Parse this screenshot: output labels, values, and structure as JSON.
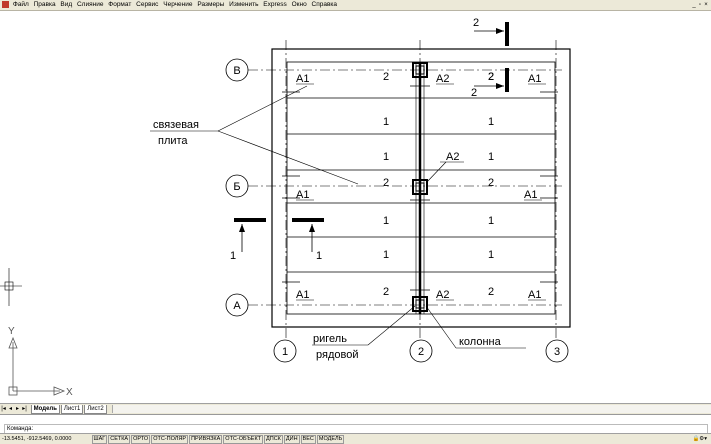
{
  "menu": [
    "Файл",
    "Правка",
    "Вид",
    "Слияние",
    "Формат",
    "Сервис",
    "Черчение",
    "Размеры",
    "Изменить",
    "Express",
    "Окно",
    "Справка"
  ],
  "drawing": {
    "axes_letters": [
      "В",
      "Б",
      "А"
    ],
    "axes_numbers": [
      "1",
      "2",
      "3"
    ],
    "slab_label_2": "2",
    "slab_label_1": "1",
    "panel_a1": "А1",
    "panel_a2": "А2",
    "section_2": "2",
    "section_1": "1",
    "tie_slab_line1": "связевая",
    "tie_slab_line2": "плита",
    "girder_line1": "ригель",
    "girder_line2": "рядовой",
    "column": "колонна",
    "ucs_y": "Y",
    "ucs_x": "X"
  },
  "tabs": [
    "Модель",
    "Лист1",
    "Лист2"
  ],
  "command": {
    "label": "Команда:"
  },
  "status": {
    "coords": "-13.5451, -912.5469, 0.0000",
    "buttons": [
      "ШАГ",
      "СЕТКА",
      "ОРТО",
      "ОТС-ПОЛЯР",
      "ПРИВЯЗКА",
      "ОТС-ОБЪЕКТ",
      "ДПСК",
      "ДИН",
      "ВЕС",
      "МОДЕЛЬ"
    ]
  }
}
